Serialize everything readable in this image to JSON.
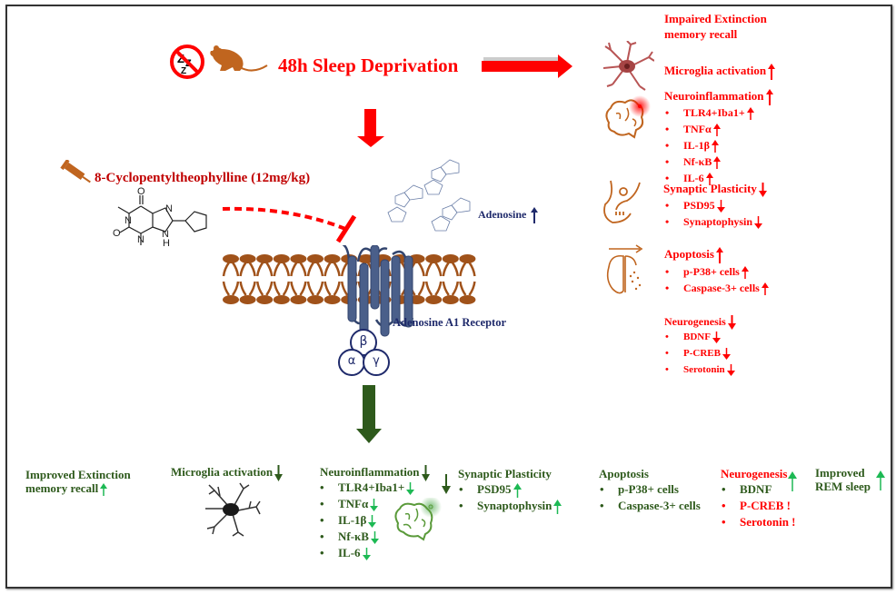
{
  "colors": {
    "sd_red": "#ff0000",
    "drug_dark_red": "#c00000",
    "treatment_green": "#2e5a1c",
    "increase_arrow_green": "#1db954",
    "adenosine_navy": "#1f2a6b",
    "membrane_brown": "#a0521a",
    "receptor_blue": "#4a5f8a"
  },
  "header": {
    "title": "48h Sleep Deprivation",
    "icons": [
      "no-sleep-icon",
      "rat-icon"
    ]
  },
  "drug": {
    "label": "8-Cyclopentyltheophylline (12mg/kg)",
    "icon": "syringe-icon",
    "structure_atoms": [
      "O",
      "N",
      "N",
      "O",
      "N",
      "N",
      "H"
    ]
  },
  "adenosine": {
    "label": "Adenosine",
    "trend": "up"
  },
  "receptor": {
    "label": "Adenosine A1 Receptor",
    "subunits": [
      "β",
      "α",
      "γ"
    ]
  },
  "sleep_deprivation_effects": [
    {
      "heading": "Impaired Extinction memory recall",
      "trend": null,
      "icon": null,
      "items": []
    },
    {
      "heading": "Microglia activation",
      "trend": "up",
      "icon": "microglia-icon",
      "items": []
    },
    {
      "heading": "Neuroinflammation",
      "trend": "up",
      "icon": "inflamed-brain-icon",
      "items": [
        {
          "label": "TLR4+Iba1+",
          "trend": "up"
        },
        {
          "label": "TNFα",
          "trend": "up"
        },
        {
          "label": "IL-1β",
          "trend": "up"
        },
        {
          "label": "Nf-κB",
          "trend": "up"
        },
        {
          "label": "IL-6",
          "trend": "up"
        }
      ]
    },
    {
      "heading": "Synaptic Plasticity",
      "trend": "down",
      "icon": "synapse-icon",
      "items": [
        {
          "label": "PSD95",
          "trend": "down"
        },
        {
          "label": "Synaptophysin",
          "trend": "down"
        }
      ]
    },
    {
      "heading": "Apoptosis",
      "trend": "up",
      "icon": "apoptotic-brain-icon",
      "items": [
        {
          "label": "p-P38+ cells",
          "trend": "up"
        },
        {
          "label": "Caspase-3+ cells",
          "trend": "up"
        }
      ]
    },
    {
      "heading": "Neurogenesis",
      "trend": "down",
      "icon": null,
      "items": [
        {
          "label": "BDNF",
          "trend": "down"
        },
        {
          "label": "P-CREB",
          "trend": "down"
        },
        {
          "label": "Serotonin",
          "trend": "down"
        }
      ]
    }
  ],
  "treatment_effects": {
    "extinction": {
      "line1": "Improved Extinction",
      "line2": "memory recall",
      "trend": "up"
    },
    "microglia": {
      "heading": "Microglia activation",
      "trend": "down"
    },
    "neuroinflammation": {
      "heading": "Neuroinflammation",
      "trend": "down",
      "items": [
        {
          "label": "TLR4+Iba1+",
          "trend": "down"
        },
        {
          "label": "TNFα",
          "trend": "down"
        },
        {
          "label": "IL-1β",
          "trend": "down"
        },
        {
          "label": "Nf-κB",
          "trend": "down"
        },
        {
          "label": "IL-6",
          "trend": "down"
        }
      ]
    },
    "synaptic": {
      "heading": "Synaptic Plasticity",
      "items": [
        {
          "label": "PSD95",
          "trend": "up"
        },
        {
          "label": "Synaptophysin",
          "trend": "up"
        }
      ]
    },
    "apoptosis": {
      "heading": "Apoptosis",
      "items": [
        {
          "label": "p-P38+ cells"
        },
        {
          "label": "Caspase-3+ cells"
        }
      ]
    },
    "neurogenesis": {
      "heading": "Neurogenesis",
      "trend": "up",
      "items": [
        {
          "label": "BDNF",
          "unchanged": false
        },
        {
          "label": "P-CREB !",
          "unchanged": true
        },
        {
          "label": "Serotonin !",
          "unchanged": true
        }
      ]
    },
    "rem": {
      "line1": "Improved",
      "line2": "REM sleep",
      "trend": "up"
    }
  }
}
